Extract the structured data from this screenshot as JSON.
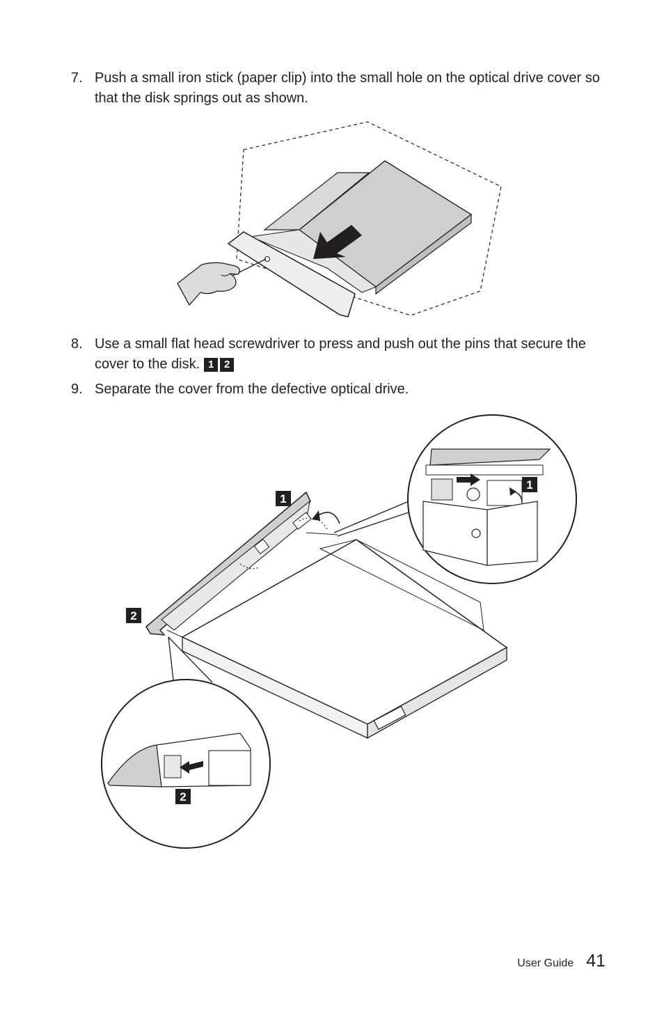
{
  "steps": [
    {
      "number": "7.",
      "text": "Push a small iron stick (paper clip) into the small hole on the optical drive cover so that the disk springs out as shown."
    },
    {
      "number": "8.",
      "text": "Use a small flat head screwdriver to press and push out the pins that secure the cover to the disk.",
      "badges": [
        "1",
        "2"
      ]
    },
    {
      "number": "9.",
      "text": "Separate the cover from the defective optical drive."
    }
  ],
  "figure2": {
    "callout_1": "1",
    "callout_2": "2",
    "detail_1_badge": "1",
    "detail_2_badge": "2"
  },
  "footer": {
    "label": "User Guide",
    "page_number": "41"
  }
}
